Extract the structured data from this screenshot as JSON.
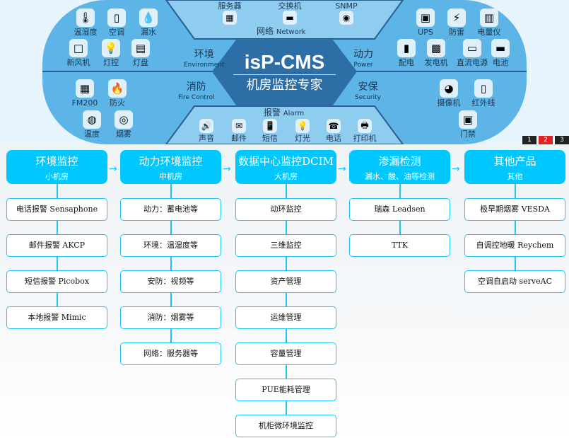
{
  "banner": {
    "logo_title": "isP-CMS",
    "logo_subtitle": "机房监控专家",
    "categories": {
      "environment": {
        "cn": "环境",
        "en": "Environment"
      },
      "power": {
        "cn": "动力",
        "en": "Power"
      },
      "fire": {
        "cn": "消防",
        "en": "Fire Control"
      },
      "security": {
        "cn": "安保",
        "en": "Security"
      },
      "network": {
        "cn": "网络",
        "en": "Network"
      },
      "alarm": {
        "cn": "报警",
        "en": "Alarm"
      }
    },
    "environment_items": [
      "温湿度",
      "空调",
      "漏水",
      "新风机",
      "灯控",
      "灯盘"
    ],
    "network_items": [
      "服务器",
      "交换机",
      "SNMP"
    ],
    "power_items": [
      "UPS",
      "防雷",
      "电量仪",
      "配电",
      "发电机",
      "直流电源",
      "电池"
    ],
    "fire_items": [
      "FM200",
      "防火",
      "温度",
      "烟雾"
    ],
    "alarm_items": [
      "声音",
      "邮件",
      "短信",
      "灯光",
      "电话",
      "打印机"
    ],
    "security_items": [
      "摄像机",
      "红外线",
      "门禁"
    ],
    "pager": [
      "1",
      "2",
      "3"
    ]
  },
  "columns": [
    {
      "title": "环境监控",
      "subtitle": "小机房",
      "items": [
        "电话报警 Sensaphone",
        "邮件报警 AKCP",
        "短信报警 Picobox",
        "本地报警 Mimic"
      ]
    },
    {
      "title": "动力环境监控",
      "subtitle": "中机房",
      "items": [
        "动力：蓄电池等",
        "环境：温湿度等",
        "安防：视频等",
        "消防：烟雾等",
        "网络：服务器等"
      ]
    },
    {
      "title": "数据中心监控DCIM",
      "subtitle": "大机房",
      "items": [
        "动环监控",
        "三维监控",
        "资产管理",
        "运维管理",
        "容量管理",
        "PUE能耗管理",
        "机柜微环境监控"
      ]
    },
    {
      "title": "渗漏检测",
      "subtitle": "漏水、酸、油等检测",
      "items": [
        "瑞森 Leadsen",
        "TTK"
      ]
    },
    {
      "title": "其他产品",
      "subtitle": "其他",
      "items": [
        "极早期烟雾 VESDA",
        "自调控地暖 Reychem",
        "空调自启动 serveAC"
      ]
    }
  ]
}
